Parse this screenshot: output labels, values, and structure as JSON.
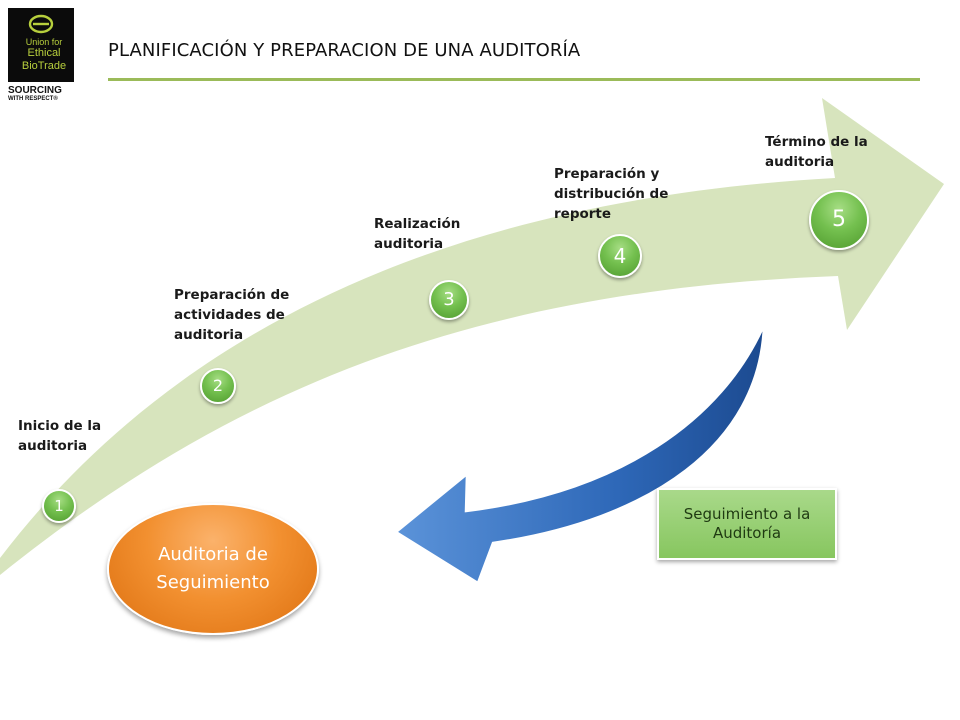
{
  "logo": {
    "line1": "Union for",
    "line2": "Ethical",
    "line3": "BioTrade",
    "tagline1": "SOURCING",
    "tagline2": "WITH RESPECT®"
  },
  "title": "PLANIFICACIÓN Y PREPARACION DE UNA AUDITORÍA",
  "colors": {
    "title_rule": "#9bbb59",
    "flow_arrow": "#d7e4bd",
    "step_circle": "#74c04f",
    "return_arrow": "#2e68b8",
    "follow_up_oval": "#f29030",
    "follow_up_box": "#87c65f"
  },
  "steps": [
    {
      "number": "1",
      "label": "Inicio de la auditoria"
    },
    {
      "number": "2",
      "label": "Preparación de actividades de auditoria"
    },
    {
      "number": "3",
      "label": "Realización auditoria"
    },
    {
      "number": "4",
      "label": "Preparación y distribución de reporte"
    },
    {
      "number": "5",
      "label": "Término de la auditoria"
    }
  ],
  "follow_up_oval": "Auditoria de Seguimiento",
  "follow_up_box": "Seguimiento a la Auditoría"
}
